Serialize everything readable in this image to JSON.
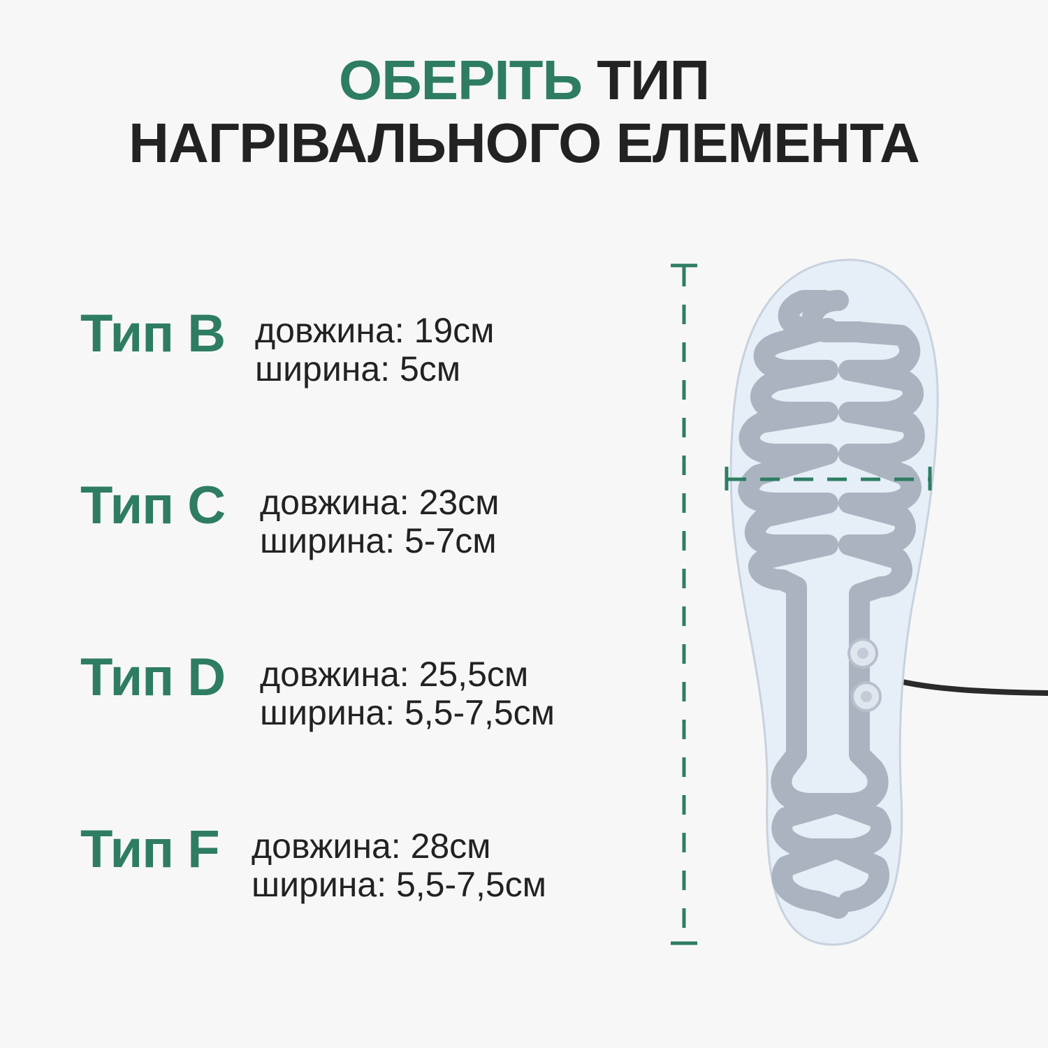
{
  "title": {
    "accent": "ОБЕРІТЬ",
    "rest": "ТИП",
    "line2": "НАГРІВАЛЬНОГО ЕЛЕМЕНТА"
  },
  "types": [
    {
      "label": "Тип B",
      "length": "довжина: 19см",
      "width": "ширина: 5см"
    },
    {
      "label": "Тип C",
      "length": "довжина: 23см",
      "width": "ширина: 5-7см"
    },
    {
      "label": "Тип D",
      "length": "довжина: 25,5см",
      "width": "ширина: 5,5-7,5см"
    },
    {
      "label": "Тип F",
      "length": "довжина: 28см",
      "width": "ширина: 5,5-7,5см"
    }
  ],
  "colors": {
    "accent": "#2e7d63",
    "text": "#222222",
    "background": "#f7f7f7",
    "insole": "#e6eef7",
    "heating_trace": "#aab4c0"
  },
  "icons": {
    "length_marker": "dashed-vertical-dimension-line",
    "width_marker": "dashed-horizontal-dimension-line",
    "insole": "heated-insole-image"
  }
}
